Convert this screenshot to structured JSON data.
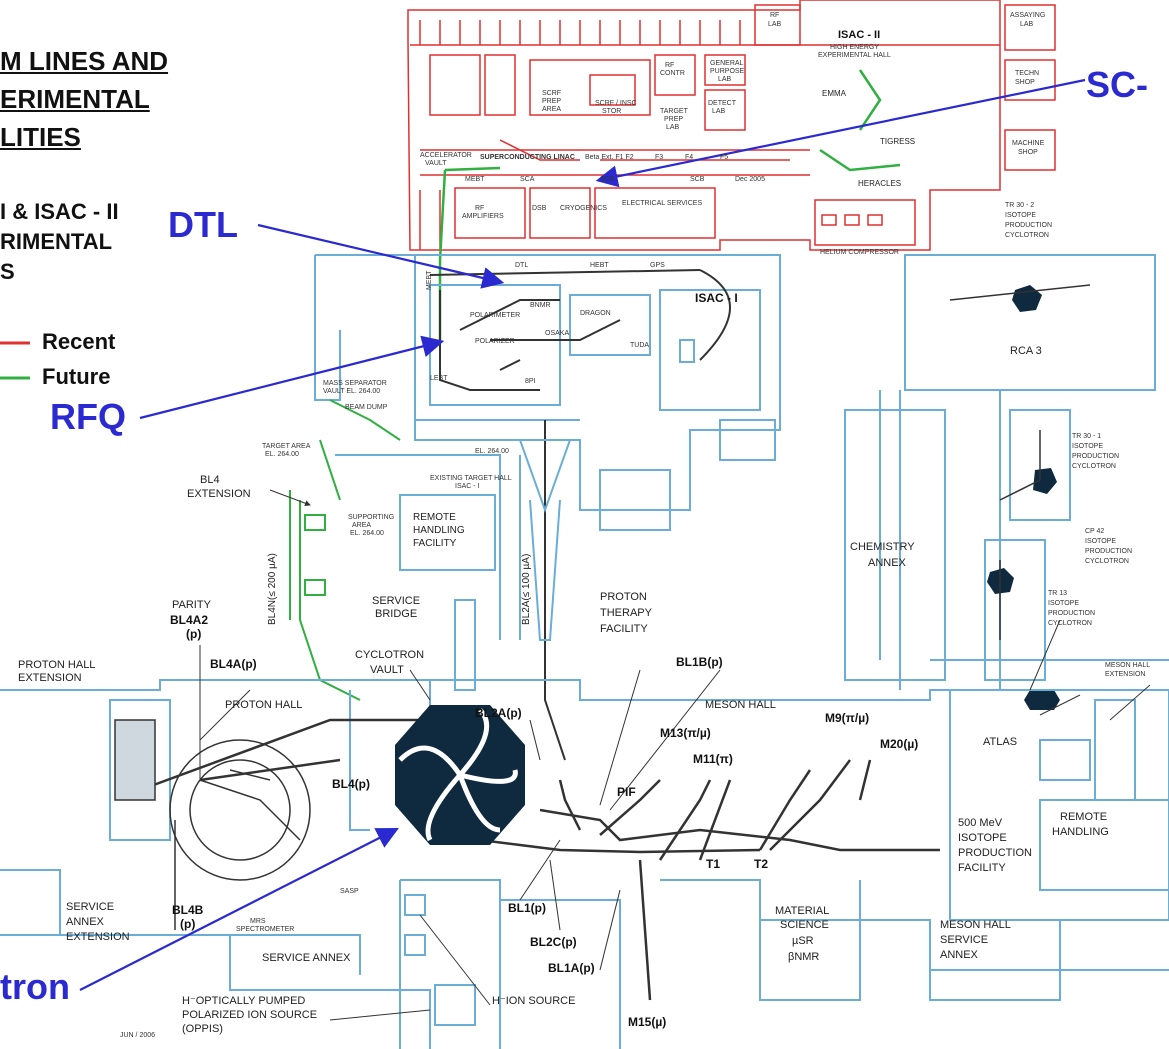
{
  "title": {
    "line1": "M LINES AND",
    "line2": "ERIMENTAL",
    "line3": "LITIES"
  },
  "subtitle": {
    "line1": "I & ISAC - II",
    "line2": "RIMENTAL",
    "line3": "S"
  },
  "legend": [
    {
      "label": "Recent",
      "color": "#e03030"
    },
    {
      "label": "Future",
      "color": "#30b040"
    }
  ],
  "colors": {
    "existing": "#6aaed8",
    "recent": "#e03030",
    "future": "#30b040",
    "callout": "#2a2ad0",
    "cyclotron": "#0f2a3e"
  },
  "callouts": {
    "sc": "SC-",
    "dtl": "DTL",
    "rfq": "RFQ",
    "cyclotron": "tron"
  },
  "isac2": {
    "title": "ISAC - II",
    "hall": "HIGH ENERGY",
    "hall2": "EXPERIMENTAL HALL",
    "emma": "EMMA",
    "tigress": "TIGRESS",
    "heracles": "HERACLES",
    "techn": "TECHN",
    "shop": "SHOP",
    "machine": "MACHINE",
    "machine2": "SHOP",
    "assaying": "ASSAYING",
    "lab": "LAB",
    "rf": "RF",
    "rflab": "LAB",
    "general": "GENERAL",
    "purpose": "PURPOSE",
    "glab": "LAB",
    "rfcontr": "RF",
    "contr": "CONTR",
    "detect": "DETECT",
    "detlab": "LAB",
    "scrf": "SCRF",
    "prep": "PREP",
    "area": "AREA",
    "scrfinsc": "SCRF / INSC",
    "stor": "STOR",
    "target": "TARGET",
    "tprep": "PREP",
    "tlab": "LAB",
    "acc": "ACCELERATOR",
    "vault": "VAULT",
    "sclinac": "SUPERCONDUCTING LINAC",
    "mebt": "MEBT",
    "sca": "SCA",
    "scb": "SCB",
    "scb2": "SCB",
    "cryo": "CRYOGENICS",
    "rfamp": "RF",
    "amplifiers": "AMPLIFIERS",
    "dsb": "DSB",
    "elec": "ELECTRICAL SERVICES",
    "helium": "HELIUM COMPRESSOR",
    "dec": "Dec 2005",
    "beta": "Beta Ext. F1  F2",
    "f3": "F3",
    "f4": "F4",
    "f5": "F5"
  },
  "isac1": {
    "title": "ISAC - I",
    "dragon": "DRAGON",
    "tuda": "TUDA",
    "hebt": "HEBT",
    "dtl": "DTL",
    "polar": "POLARIMETER",
    "bnmr": "BNMR",
    "polarizer": "POLARIZER",
    "osaka": "OSAKA",
    "8pi": "8PI",
    "gps": "GPS",
    "mass": "MASS SEPARATOR",
    "mass2": "VAULT EL. 264.00",
    "bdump": "BEAM DUMP",
    "tarea": "TARGET AREA",
    "tarea2": "EL. 264.00",
    "el": "EL. 264.00",
    "exist": "EXISTING TARGET HALL",
    "exist2": "ISAC - I",
    "mbtl": "MEBT",
    "lebt": "LEBT"
  },
  "site": {
    "bl4ext": "BL4",
    "bl4ext2": "EXTENSION",
    "bl4n": "BL4N(≤ 200 µA)",
    "bl2a_v": "BL2A(≤ 100 µA)",
    "support": "SUPPORTING",
    "support2": "AREA",
    "support3": "EL. 264.00",
    "remote": "REMOTE",
    "remote2": "HANDLING",
    "remote3": "FACILITY",
    "service": "SERVICE",
    "bridge": "BRIDGE",
    "proton": "PROTON",
    "therapy": "THERAPY",
    "facility": "FACILITY",
    "parity": "PARITY",
    "bl4a2": "BL4A2",
    "bl4a2p": "(p)",
    "bl4a": "BL4A(p)",
    "phext": "PROTON HALL",
    "phext2": "EXTENSION",
    "phall": "PROTON HALL",
    "cyc": "CYCLOTRON",
    "vaultw": "VAULT",
    "bl2a": "BL2A(p)",
    "bl4": "BL4(p)",
    "bl1b": "BL1B(p)",
    "meson": "MESON HALL",
    "m13": "M13(π/µ)",
    "m11": "M11(π)",
    "m9": "M9(π/µ)",
    "m20": "M20(µ)",
    "pif": "PIF",
    "t1": "T1",
    "t2": "T2",
    "bl1": "BL1(p)",
    "bl2c": "BL2C(p)",
    "bl1a": "BL1A(p)",
    "bl4b": "BL4B",
    "bl4bp": "(p)",
    "sae": "SERVICE",
    "sae2": "ANNEX",
    "sae3": "EXTENSION",
    "mrs": "MRS",
    "mrs2": "SPECTROMETER",
    "sasp": "SASP",
    "sannex": "SERVICE ANNEX",
    "matsci": "MATERIAL",
    "matsci2": "SCIENCE",
    "musr": "µSR",
    "bnmr": "βNMR",
    "oppis": "H⁻OPTICALLY PUMPED",
    "oppis2": "POLARIZED ION SOURCE",
    "oppis3": "(OPPIS)",
    "hion": "H⁻ION SOURCE",
    "m15": "M15(µ)",
    "date": "JUN / 2006",
    "chem": "CHEMISTRY",
    "chem2": "ANNEX",
    "rca3": "RCA 3",
    "atlas": "ATLAS",
    "tr30_2": "TR 30 - 2",
    "tr30_2b": "ISOTOPE",
    "tr30_2c": "PRODUCTION",
    "tr30_2d": "CYCLOTRON",
    "tr30_1": "TR 30 - 1",
    "tr30_1b": "ISOTOPE",
    "tr30_1c": "PRODUCTION",
    "tr30_1d": "CYCLOTRON",
    "cp42": "CP 42",
    "cp42b": "ISOTOPE",
    "cp42c": "PRODUCTION",
    "cp42d": "CYCLOTRON",
    "tr13": "TR 13",
    "tr13b": "ISOTOPE",
    "tr13c": "PRODUCTION",
    "tr13d": "CYCLOTRON",
    "mhext": "MESON HALL",
    "mhext2": "EXTENSION",
    "mev": "500 MeV",
    "mev2": "ISOTOPE",
    "mev3": "PRODUCTION",
    "mev4": "FACILITY",
    "rh": "REMOTE",
    "rh2": "HANDLING",
    "mhsa": "MESON HALL",
    "mhsa2": "SERVICE",
    "mhsa3": "ANNEX"
  }
}
